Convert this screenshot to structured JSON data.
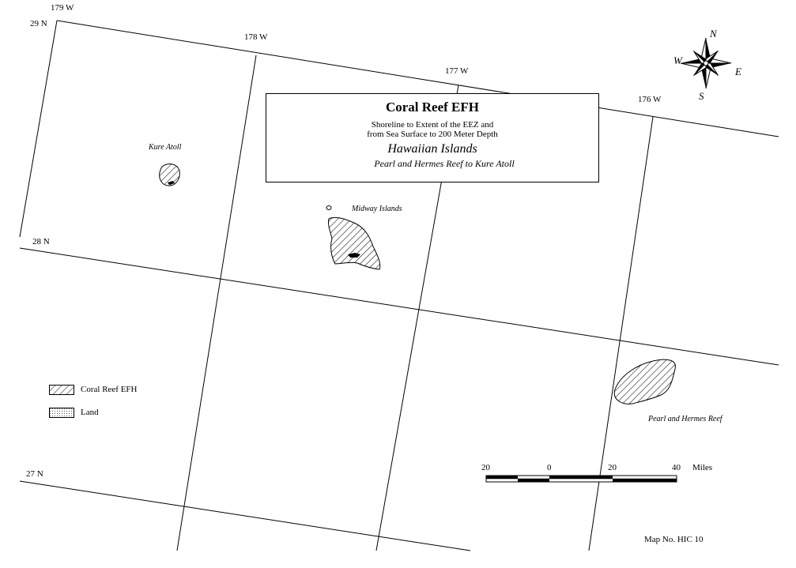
{
  "meridians": [
    {
      "label": "179 W"
    },
    {
      "label": "178 W"
    },
    {
      "label": "177 W"
    },
    {
      "label": "176 W"
    }
  ],
  "parallels": [
    {
      "label": "29 N"
    },
    {
      "label": "28 N"
    },
    {
      "label": "27 N"
    }
  ],
  "title": {
    "heading": "Coral Reef EFH",
    "line1": "Shoreline to Extent of the EEZ and",
    "line2": "from Sea Surface to 200 Meter Depth",
    "region": "Hawaiian Islands",
    "subregion": "Pearl and Hermes Reef to Kure Atoll"
  },
  "places": {
    "kure": "Kure Atoll",
    "midway": "Midway Islands",
    "pearl_hermes": "Pearl and Hermes Reef"
  },
  "compass": {
    "n": "N",
    "s": "S",
    "e": "E",
    "w": "W"
  },
  "legend": {
    "coral": "Coral Reef EFH",
    "land": "Land"
  },
  "scale_bar": {
    "ticks": [
      "20",
      "0",
      "20",
      "40"
    ],
    "unit": "Miles"
  },
  "map_number": "Map No.  HIC 10"
}
